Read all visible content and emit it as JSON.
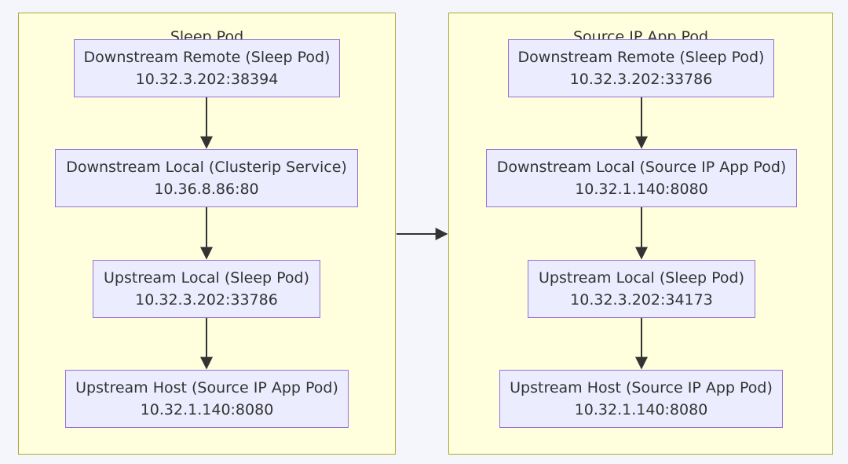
{
  "clusters": [
    {
      "title": "Sleep Pod",
      "nodes": [
        {
          "line1": "Downstream Remote (Sleep Pod)",
          "line2": "10.32.3.202:38394"
        },
        {
          "line1": "Downstream Local (Clusterip Service)",
          "line2": "10.36.8.86:80"
        },
        {
          "line1": "Upstream Local (Sleep Pod)",
          "line2": "10.32.3.202:33786"
        },
        {
          "line1": "Upstream Host (Source IP App Pod)",
          "line2": "10.32.1.140:8080"
        }
      ]
    },
    {
      "title": "Source IP App Pod",
      "nodes": [
        {
          "line1": "Downstream Remote (Sleep Pod)",
          "line2": "10.32.3.202:33786"
        },
        {
          "line1": "Downstream Local (Source IP App Pod)",
          "line2": "10.32.1.140:8080"
        },
        {
          "line1": "Upstream Local (Sleep Pod)",
          "line2": "10.32.3.202:34173"
        },
        {
          "line1": "Upstream Host (Source IP App Pod)",
          "line2": "10.32.1.140:8080"
        }
      ]
    }
  ],
  "colors": {
    "background": "#f5f6fc",
    "cluster_fill": "#ffffde",
    "cluster_border": "#aaaa33",
    "node_fill": "#ececff",
    "node_border": "#9370db",
    "edge": "#333333"
  }
}
